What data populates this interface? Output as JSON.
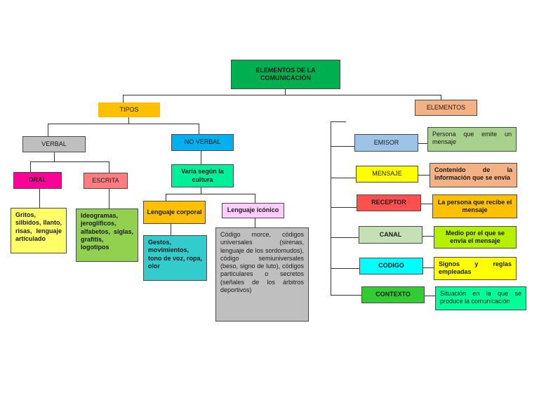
{
  "title": "ELEMENTOS DE LA COMUNICACIÓN",
  "tipos": "TIPOS",
  "elementos": "ELEMENTOS",
  "verbal": "VERBAL",
  "no_verbal": "NO VERBAL",
  "oral": "ORAL",
  "escrita": "ESCRITA",
  "oral_desc": "Gritos, silbidos, llanto, risas, lenguaje articulado",
  "escrita_desc": "Ideogramas, jeroglíficos, alfabetos, siglas, grafitis, logotipos",
  "varia": "Varía según la cultura",
  "corporal": "Lenguaje corporal",
  "iconico": "Lenguaje icónico",
  "corporal_desc": "Gestos, movimientos, tono de voz, ropa, olor",
  "iconico_desc": "Código morce, códigos universales (sirenas, lenguaje de los sordomudos), código semiuniversales (beso, signo de luto), códigos particulares o secretos (señales de los árbitros deportivos)",
  "emisor": "EMISOR",
  "emisor_desc": "Persona que emite un mensaje",
  "mensaje": "MENSAJE",
  "mensaje_desc": "Contenido de la información que se envía",
  "receptor": "RECEPTOR",
  "receptor_desc": "La persona que recibe el mensaje",
  "canal": "CANAL",
  "canal_desc": "Medio por el que se envía el mensaje",
  "codigo": "CODIGO",
  "codigo_desc": "Signos y reglas empleadas",
  "contexto": "CONTEXTO",
  "contexto_desc": "Situación en la que se produce la comunicación",
  "colors": {
    "title": "#00b050",
    "tipos": "#ffc000",
    "elementos": "#f4b183",
    "verbal": "#bfbfbf",
    "no_verbal": "#00b0f0",
    "oral": "#ff0099",
    "escrita": "#ff7c80",
    "oral_desc": "#ffff66",
    "escrita_desc": "#92d050",
    "varia": "#00f09a",
    "corporal": "#ffc000",
    "iconico": "#ffccff",
    "corporal_desc": "#33cccc",
    "iconico_desc": "#bfbfbf",
    "emisor": "#9dc3e6",
    "emisor_desc": "#a9d18e",
    "mensaje": "#ffff00",
    "mensaje_desc": "#f4b183",
    "receptor": "#ff5050",
    "receptor_desc": "#ffc000",
    "canal": "#c5e0b4",
    "canal_desc": "#b4f000",
    "codigo": "#00ffff",
    "codigo_desc": "#ffff00",
    "contexto": "#33cc33",
    "contexto_desc": "#00ff99"
  }
}
